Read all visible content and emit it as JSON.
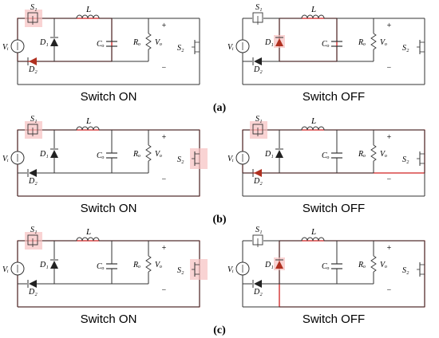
{
  "colors": {
    "wire": "#333333",
    "active": "#d02020",
    "highlight": "#f6c0c0",
    "diode_active": "#b03020"
  },
  "labels": {
    "S1": "S₁",
    "L": "L",
    "D1": "D₁",
    "D2": "D₂",
    "Co": "Cₒ",
    "Ro": "Rₒ",
    "Vo": "Vₒ",
    "Vi": "Vᵢ",
    "S2": "S₂",
    "plus": "+",
    "minus": "−"
  },
  "rows": [
    {
      "tag": "(a)",
      "on": {
        "caption": "Switch ON",
        "s1": "on",
        "s2": "off",
        "d1": "off",
        "d2": "on",
        "path": "a_on"
      },
      "off": {
        "caption": "Switch OFF",
        "s1": "off",
        "s2": "off",
        "d1": "on",
        "d2": "off",
        "path": "a_off"
      }
    },
    {
      "tag": "(b)",
      "on": {
        "caption": "Switch ON",
        "s1": "on",
        "s2": "on",
        "d1": "off",
        "d2": "off",
        "path": "b_on"
      },
      "off": {
        "caption": "Switch OFF",
        "s1": "on",
        "s2": "off",
        "d1": "off",
        "d2": "on",
        "path": "b_off"
      }
    },
    {
      "tag": "(c)",
      "on": {
        "caption": "Switch ON",
        "s1": "on",
        "s2": "on",
        "d1": "off",
        "d2": "off",
        "path": "c_on"
      },
      "off": {
        "caption": "Switch OFF",
        "s1": "off",
        "s2": "off",
        "d1": "on",
        "d2": "off",
        "path": "c_off"
      }
    }
  ]
}
